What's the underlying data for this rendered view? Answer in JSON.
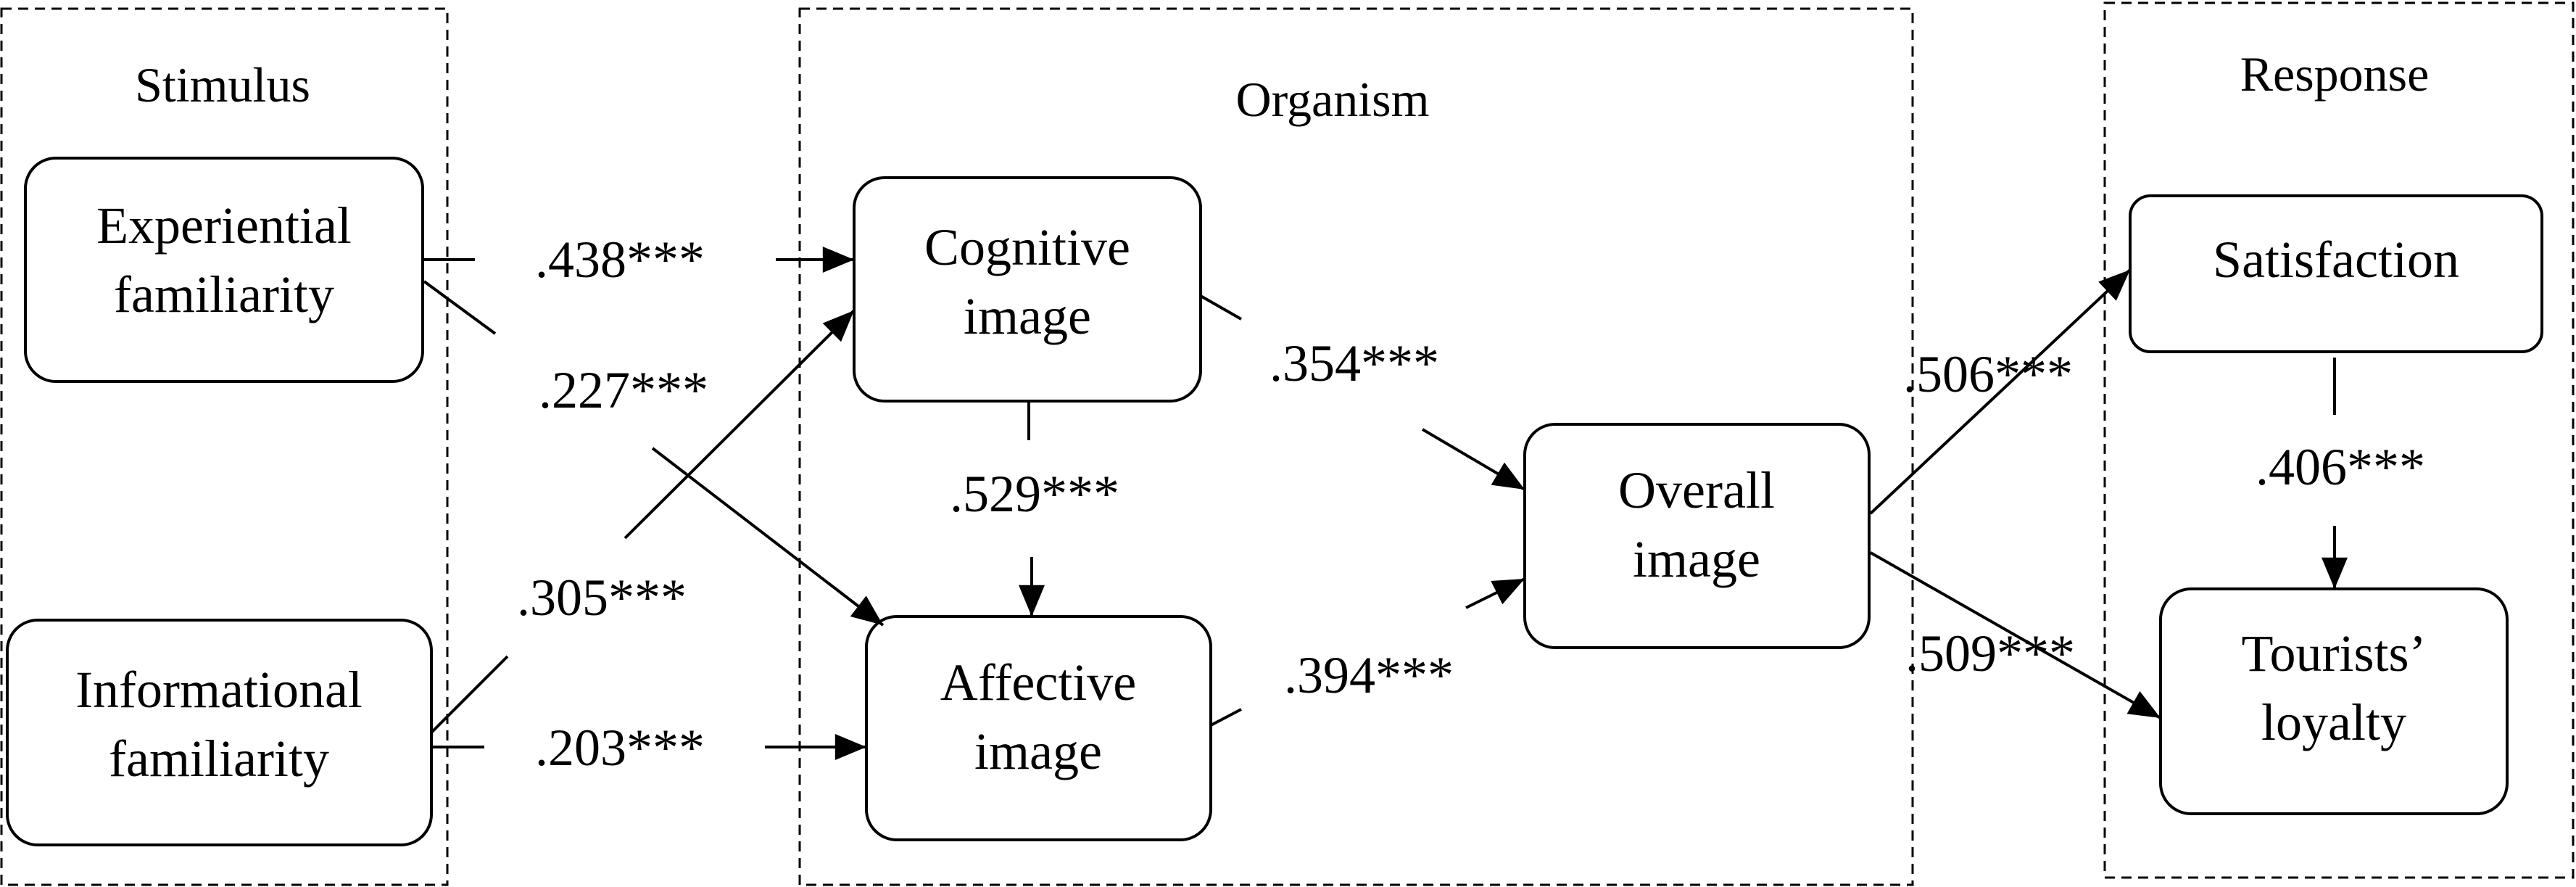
{
  "sections": {
    "stimulus": "Stimulus",
    "organism": "Organism",
    "response": "Response"
  },
  "nodes": {
    "experiential": [
      "Experiential",
      "familiarity"
    ],
    "informational": [
      "Informational",
      "familiarity"
    ],
    "cognitive": [
      "Cognitive",
      "image"
    ],
    "affective": [
      "Affective",
      "image"
    ],
    "overall": [
      "Overall",
      "image"
    ],
    "satisfaction": [
      "Satisfaction"
    ],
    "loyalty": [
      "Tourists’",
      "loyalty"
    ]
  },
  "paths": {
    "exp_to_cog": ".438***",
    "exp_to_aff": ".227***",
    "inf_to_cog": ".305***",
    "inf_to_aff": ".203***",
    "cog_to_aff": ".529***",
    "cog_to_ovr": ".354***",
    "aff_to_ovr": ".394***",
    "ovr_to_sat": ".506***",
    "ovr_to_loy": ".509***",
    "sat_to_loy": ".406***"
  }
}
